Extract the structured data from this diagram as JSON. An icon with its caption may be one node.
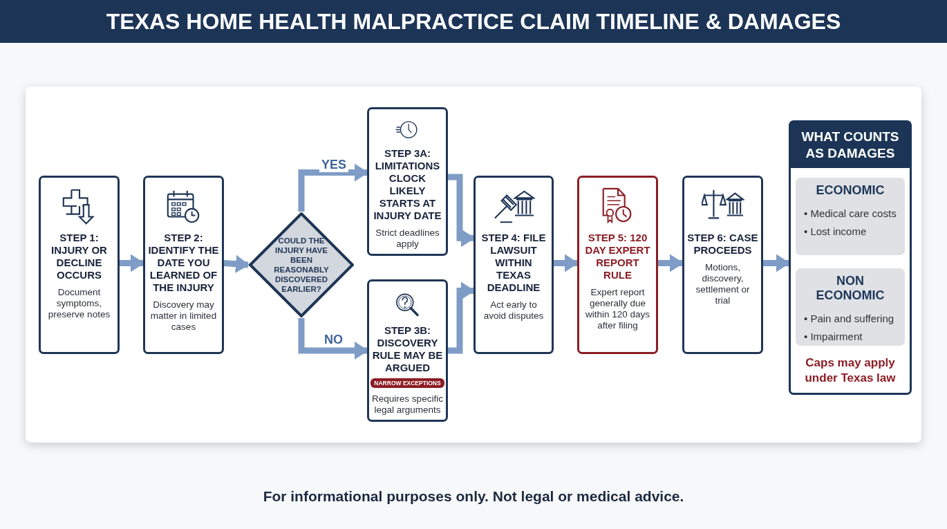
{
  "diagram": {
    "title": "TEXAS HOME HEALTH MALPRACTICE CLAIM TIMELINE & DAMAGES",
    "nodes": [
      {
        "text": [
          "STEP 1: INJURY OR DECLINE OCCURS",
          "Document symptoms, preserve notes"
        ]
      },
      {
        "text": [
          "STEP 2: IDENTIFY THE DATE YOU LEARNED OF THE INJURY",
          "Discovery may matter in limited cases"
        ]
      },
      {
        "text": [
          "COULD THE INJURY HAVE BEEN REASONABLY DISCOVERED EARLIER?"
        ]
      },
      {
        "text": [
          "STEP 3A: LIMITATIONS CLOCK LIKELY STARTS AT INJURY DATE",
          "Strict deadlines apply"
        ]
      },
      {
        "text": [
          "STEP 3B: DISCOVERY RULE MAY BE ARGUED",
          "NARROW EXCEPTIONS",
          "Requires specific legal arguments"
        ]
      },
      {
        "text": [
          "STEP 4: FILE LAWSUIT WITHIN TEXAS DEADLINE",
          "Act early to avoid disputes"
        ]
      },
      {
        "text": [
          "STEP 5: 120 DAY EXPERT REPORT RULE",
          "Expert report generally due within 120 days after filing"
        ]
      },
      {
        "text": [
          "STEP 6: CASE PROCEEDS",
          "Motions, discovery, settlement or trial"
        ]
      },
      {
        "text": [
          "WHAT COUNTS AS DAMAGES",
          "Caps may apply under Texas law"
        ]
      },
      {
        "text": [
          "ECONOMIC",
          "• Medical care costs",
          "• Lost income"
        ],
        "in": 8
      },
      {
        "text": [
          "NON ECONOMIC",
          "• Pain and suffering",
          "• Impairment"
        ],
        "in": 8
      }
    ],
    "edges": [
      {
        "from": 0,
        "to": 1,
        "arrow": "to"
      },
      {
        "from": 1,
        "to": 2,
        "arrow": "to"
      },
      {
        "from": 2,
        "to": 3,
        "arrow": "to",
        "label": "YES"
      },
      {
        "from": 2,
        "to": 4,
        "arrow": "to",
        "label": "NO"
      },
      {
        "from": 3,
        "to": 5,
        "arrow": "to"
      },
      {
        "from": 4,
        "to": 5,
        "arrow": "to"
      },
      {
        "from": 5,
        "to": 6,
        "arrow": "to"
      },
      {
        "from": 6,
        "to": 7,
        "arrow": "to"
      },
      {
        "from": 7,
        "to": 8,
        "arrow": "to"
      }
    ],
    "labels": [
      "For informational purposes only. Not legal or medical advice."
    ]
  }
}
